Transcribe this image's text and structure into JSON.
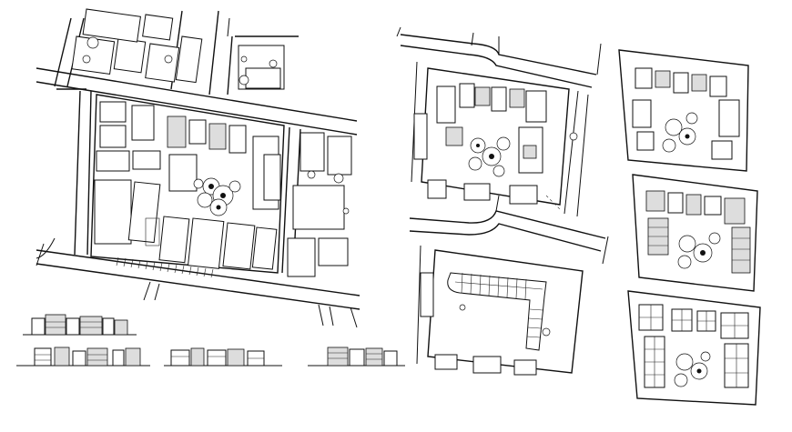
{
  "drawing": {
    "background": "#ffffff",
    "line_color": "#111111"
  },
  "panels": [
    {
      "name": "main-site-plan"
    },
    {
      "name": "block-plan-upper"
    },
    {
      "name": "block-plan-lower-parking"
    },
    {
      "name": "floor-plan-typical-1"
    },
    {
      "name": "floor-plan-typical-2"
    },
    {
      "name": "floor-plan-typical-3"
    },
    {
      "name": "elevation-1"
    },
    {
      "name": "elevation-2"
    },
    {
      "name": "elevation-3"
    },
    {
      "name": "elevation-4"
    }
  ]
}
